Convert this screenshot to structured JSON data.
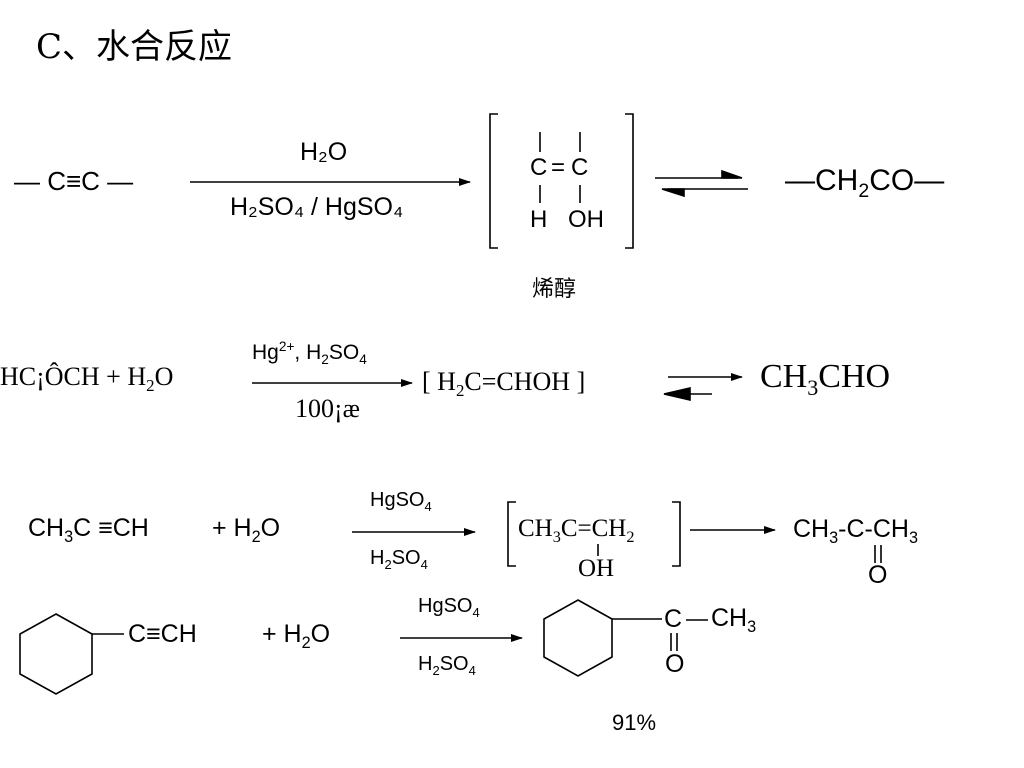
{
  "title": "C、水合反应",
  "scheme1": {
    "reactant": "— C≡C —",
    "reagent_top": "H₂O",
    "reagent_bottom": "H₂SO₄ / HgSO₄",
    "enol_c1": "C",
    "enol_eq": "=",
    "enol_c2": "C",
    "enol_h": "H",
    "enol_oh": "OH",
    "product_main": "—CH",
    "product_sub": "2",
    "product_end": "CO—",
    "enol_label": "烯醇"
  },
  "scheme2": {
    "reactant": "HC¡ÔCH  +  H",
    "reactant_sub": "2",
    "reactant_end": "O",
    "reagent_top_a": "Hg",
    "reagent_top_sup": "2+",
    "reagent_top_b": ", H",
    "reagent_top_sub": "2",
    "reagent_top_c": "SO",
    "reagent_top_sub2": "4",
    "reagent_bottom": "100¡æ",
    "intermediate_a": "[ H",
    "intermediate_sub": "2",
    "intermediate_b": "C=CHOH ]",
    "product_a": "CH",
    "product_sub": "3",
    "product_b": "CHO"
  },
  "scheme3": {
    "reactant_a": "CH",
    "reactant_sub": "3",
    "reactant_b": "C ≡CH",
    "plus": "+ H",
    "water_sub": "2",
    "water_end": "O",
    "reagent_top": "HgSO",
    "reagent_top_sub": "4",
    "reagent_bottom": "H",
    "reagent_bottom_sub": "2",
    "reagent_bottom_b": "SO",
    "reagent_bottom_sub2": "4",
    "intermediate_a": "CH",
    "intermediate_sub": "3",
    "intermediate_b": "C=CH",
    "intermediate_sub2": "2",
    "intermediate_oh": "OH",
    "product_a": "CH",
    "product_sub": "3",
    "product_b": "-C-CH",
    "product_sub2": "3",
    "product_o": "O"
  },
  "scheme4": {
    "reactant_tail": "C≡CH",
    "plus": "+ H",
    "water_sub": "2",
    "water_end": "O",
    "reagent_top": "HgSO",
    "reagent_top_sub": "4",
    "reagent_bottom": "H",
    "reagent_bottom_sub": "2",
    "reagent_bottom_b": "SO",
    "reagent_bottom_sub2": "4",
    "product_c": "C",
    "product_ch3": "CH",
    "product_sub": "3",
    "product_o": "O",
    "yield": "91%"
  }
}
